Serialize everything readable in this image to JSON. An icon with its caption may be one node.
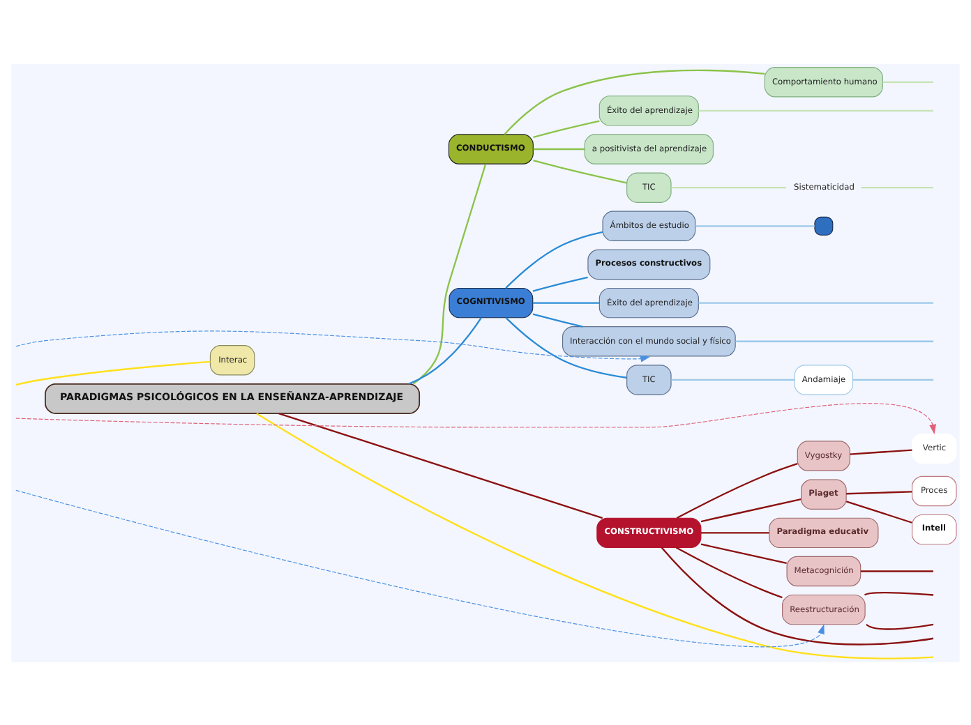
{
  "diagram": {
    "nodes": [
      {
        "text": [
          "PARADIGMAS PSICOLÓGICOS EN LA ENSEÑANZA-APRENDIZAJE"
        ]
      },
      {
        "text": [
          "CONDUCTISMO"
        ]
      },
      {
        "text": [
          "Comportamiento humano"
        ]
      },
      {
        "text": [
          "Éxito del aprendizaje"
        ]
      },
      {
        "text": [
          "a positivista del aprendizaje"
        ]
      },
      {
        "text": [
          "TIC"
        ]
      },
      {
        "text": [
          "Sistematicidad"
        ]
      },
      {
        "text": [
          "COGNITIVISMO"
        ]
      },
      {
        "text": [],
        "shape": "box"
      },
      {
        "text": [
          "Ámbitos de estudio"
        ]
      },
      {
        "text": [
          "Procesos constructivos"
        ]
      },
      {
        "text": [
          "Éxito del aprendizaje"
        ]
      },
      {
        "text": [
          "Interacción con el mundo social y físico"
        ]
      },
      {
        "text": [
          "TIC"
        ]
      },
      {
        "text": [
          "Andamiaje"
        ]
      },
      {
        "text": [
          "CONSTRUCTIVISMO"
        ]
      },
      {
        "text": [
          "Vygostky"
        ]
      },
      {
        "text": [
          "Vertic"
        ]
      },
      {
        "text": [
          "Piaget"
        ]
      },
      {
        "text": [
          "Proces"
        ]
      },
      {
        "text": [
          "Intell"
        ]
      },
      {
        "text": [
          "Paradigma educativ"
        ]
      },
      {
        "text": [
          "Metacognición"
        ]
      },
      {
        "text": [
          "Reestructuración"
        ]
      },
      {
        "text": [
          "Interac"
        ]
      }
    ],
    "edges": [
      {
        "from": 0,
        "to": 1,
        "arrow": "none",
        "color": "#8bc34a"
      },
      {
        "from": 0,
        "to": 7,
        "arrow": "none",
        "color": "#2a8bd6"
      },
      {
        "from": 0,
        "to": 15,
        "arrow": "none",
        "color": "#8b1010"
      },
      {
        "from": 0,
        "to": null,
        "arrow": "none",
        "color": "#ffe01a"
      },
      {
        "from": 1,
        "to": 2,
        "arrow": "none",
        "color": "#8bc34a"
      },
      {
        "from": 1,
        "to": 3,
        "arrow": "none",
        "color": "#8bc34a"
      },
      {
        "from": 1,
        "to": 4,
        "arrow": "none",
        "color": "#8bc34a"
      },
      {
        "from": 1,
        "to": 5,
        "arrow": "none",
        "color": "#8bc34a"
      },
      {
        "from": 5,
        "to": 6,
        "arrow": "none",
        "color": "#c5e3b5"
      },
      {
        "from": 7,
        "to": 9,
        "arrow": "none",
        "color": "#2a8bd6"
      },
      {
        "from": 7,
        "to": 10,
        "arrow": "none",
        "color": "#2a8bd6"
      },
      {
        "from": 7,
        "to": 11,
        "arrow": "none",
        "color": "#2a8bd6"
      },
      {
        "from": 7,
        "to": 12,
        "arrow": "none",
        "color": "#2a8bd6"
      },
      {
        "from": 7,
        "to": 13,
        "arrow": "none",
        "color": "#2a8bd6"
      },
      {
        "from": 9,
        "to": 8,
        "arrow": "none",
        "color": "#9cc8ea"
      },
      {
        "from": 13,
        "to": 14,
        "arrow": "none",
        "color": "#9cc8ea"
      },
      {
        "from": 15,
        "to": 16,
        "arrow": "none",
        "color": "#8b1010"
      },
      {
        "from": 15,
        "to": 18,
        "arrow": "none",
        "color": "#8b1010"
      },
      {
        "from": 15,
        "to": 21,
        "arrow": "none",
        "color": "#8b1010"
      },
      {
        "from": 15,
        "to": 22,
        "arrow": "none",
        "color": "#8b1010"
      },
      {
        "from": 15,
        "to": 23,
        "arrow": "none",
        "color": "#8b1010"
      },
      {
        "from": 15,
        "to": null,
        "arrow": "none",
        "color": "#8b1010"
      },
      {
        "from": 16,
        "to": 17,
        "arrow": "none",
        "color": "#8b1010"
      },
      {
        "from": 18,
        "to": 19,
        "arrow": "none",
        "color": "#8b1010"
      },
      {
        "from": 18,
        "to": 20,
        "arrow": "none",
        "color": "#8b1010"
      },
      {
        "from": null,
        "to": 24,
        "arrow": "none",
        "color": "#ffe01a"
      },
      {
        "from": null,
        "to": 17,
        "arrow": "to",
        "style": "dashed",
        "color": "#e0607a"
      },
      {
        "from": null,
        "to": 12,
        "arrow": "to",
        "style": "dashed",
        "color": "#4a90e2"
      },
      {
        "from": null,
        "to": 23,
        "arrow": "to",
        "style": "dashed",
        "color": "#4a90e2"
      },
      {
        "from": 2,
        "to": null,
        "arrow": "none",
        "color": "#c5e3b5"
      },
      {
        "from": 3,
        "to": null,
        "arrow": "none",
        "color": "#c5e3b5"
      },
      {
        "from": 6,
        "to": null,
        "arrow": "none",
        "color": "#c5e3b5"
      },
      {
        "from": 11,
        "to": null,
        "arrow": "none",
        "color": "#9cc8ea"
      },
      {
        "from": 12,
        "to": null,
        "arrow": "none",
        "color": "#9cc8ea"
      },
      {
        "from": 14,
        "to": null,
        "arrow": "none",
        "color": "#9cc8ea"
      },
      {
        "from": 22,
        "to": null,
        "arrow": "none",
        "color": "#8b1010"
      },
      {
        "from": 23,
        "to": null,
        "arrow": "none",
        "color": "#8b1010"
      },
      {
        "from": 23,
        "to": null,
        "arrow": "none",
        "color": "#8b1010"
      }
    ]
  }
}
